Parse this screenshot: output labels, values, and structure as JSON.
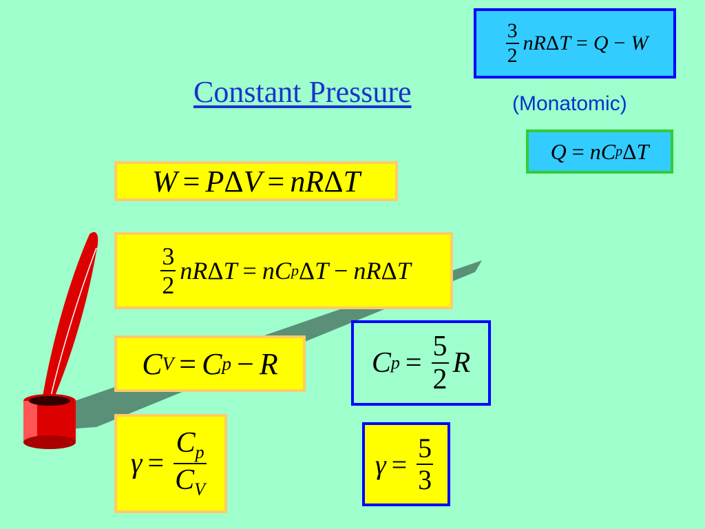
{
  "slide": {
    "title": "Constant Pressure",
    "note": "(Monatomic)"
  },
  "equations": {
    "first_law": "3/2 nRΔT = Q − W",
    "heat": "Q = nC_pΔT",
    "work": "W = PΔV = nRΔT",
    "substituted": "3/2 nRΔT = nC_pΔT − nRΔT",
    "cv_relation": "C_V = C_p − R",
    "cp_value": "C_p = 5/2 R",
    "gamma_def": "γ = C_p / C_V",
    "gamma_value": "γ = 5/3"
  },
  "colors": {
    "background": "#9effcc",
    "title": "#1a33cc",
    "yellow_box": "#ffff00",
    "yellow_border": "#ffcc66",
    "blue_border": "#0000ff",
    "cyan_box": "#33ccff",
    "green_border": "#33cc33",
    "quill": "#dd0000",
    "shadow": "#5a8f78"
  },
  "icons": [
    "quill-pen-icon",
    "inkwell-icon"
  ]
}
